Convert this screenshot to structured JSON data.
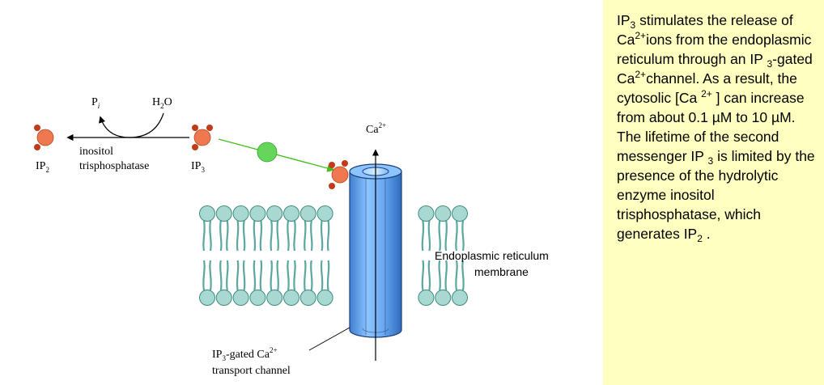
{
  "diagram": {
    "reaction": {
      "pi": "P",
      "pi_sub": "i",
      "water": "H",
      "water_sub": "2",
      "water_tail": "O",
      "enzyme_line1": "inositol",
      "enzyme_line2": "trisphosphatase",
      "ip2": "IP",
      "ip2_sub": "2",
      "ip3": "IP",
      "ip3_sub": "3"
    },
    "calcium": {
      "base": "Ca",
      "charge": "2+"
    },
    "membrane_line1": "Endoplasmic reticulum",
    "membrane_line2": "membrane",
    "channel": {
      "a": "IP",
      "a_sub": "3",
      "b": "-gated Ca",
      "b_sup": "2+",
      "line2": "transport channel"
    },
    "colors": {
      "phosphate": "#c23a1a",
      "inositol": "#f07850",
      "ligand": "#66d65a",
      "lipid_head": "#a8d8d0",
      "lipid_tail": "#5aa8a0",
      "channel": "#5a9ee8"
    }
  },
  "info": {
    "t1": "IP",
    "t1_sub": "3",
    "t2": " stimulates the release of Ca",
    "t2_sup": "2+",
    "t3": "ions from the endoplasmic reticulum through an IP ",
    "t3_sub": "3",
    "t4": "-gated Ca",
    "t4_sup": "2+",
    "t5": "channel. As a result, the cytosolic [Ca ",
    "t5_sup": "2+",
    "t6": " ] can increase from about 0.1 µM to 10 µM. The lifetime of the second messenger IP ",
    "t6_sub": "3",
    "t7": " is limited by the presence of the hydrolytic enzyme inositol trisphosphatase, which generates IP",
    "t7_sub": "2",
    "t8": " ."
  }
}
